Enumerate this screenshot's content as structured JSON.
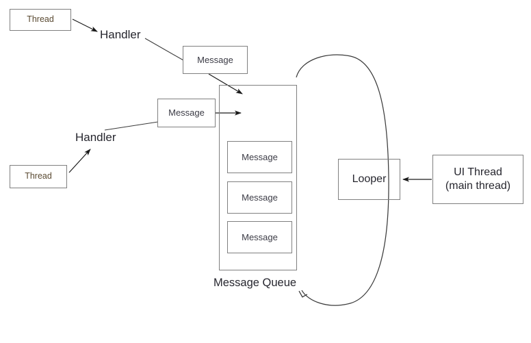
{
  "diagram": {
    "title": "Android Handler / Looper / MessageQueue threading diagram",
    "stroke_color": "#7f7f7f",
    "line_color": "#3a3a3a",
    "background": "#ffffff",
    "thread_text_color": "#5a4a32"
  },
  "nodes": {
    "thread_top": {
      "label": "Thread"
    },
    "thread_bottom": {
      "label": "Thread"
    },
    "handler_top": {
      "label": "Handler"
    },
    "handler_bottom": {
      "label": "Handler"
    },
    "message_top": {
      "label": "Message"
    },
    "message_mid": {
      "label": "Message"
    },
    "queue": {
      "caption": "Message Queue",
      "messages": [
        {
          "label": "Message"
        },
        {
          "label": "Message"
        },
        {
          "label": "Message"
        }
      ]
    },
    "looper": {
      "label": "Looper"
    },
    "ui_thread": {
      "line1": "UI Thread",
      "line2": "(main thread)"
    }
  },
  "connectors": [
    {
      "name": "thread-top-to-handler-top",
      "arrowhead": "filled"
    },
    {
      "name": "handler-top-to-message-top",
      "arrowhead": "none"
    },
    {
      "name": "message-top-to-queue",
      "arrowhead": "filled"
    },
    {
      "name": "thread-bottom-to-handler-bottom",
      "arrowhead": "filled"
    },
    {
      "name": "handler-bottom-to-message-mid",
      "arrowhead": "none"
    },
    {
      "name": "message-mid-to-queue",
      "arrowhead": "filled"
    },
    {
      "name": "ui-thread-to-looper",
      "arrowhead": "filled"
    },
    {
      "name": "looper-loop-ellipse",
      "arrowhead": "open"
    }
  ]
}
